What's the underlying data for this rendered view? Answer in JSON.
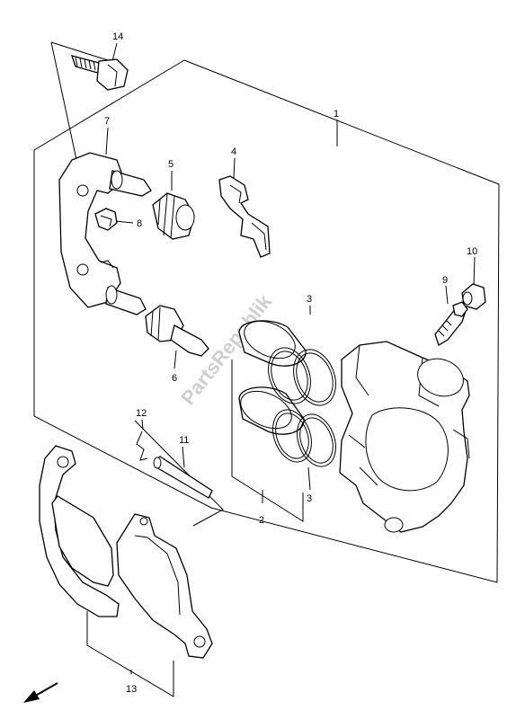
{
  "diagram": {
    "callouts": {
      "c1": "1",
      "c2": "2",
      "c3a": "3",
      "c3b": "3",
      "c4": "4",
      "c5": "5",
      "c6": "6",
      "c7": "7",
      "c8": "8",
      "c9": "9",
      "c10": "10",
      "c11": "11",
      "c12": "12",
      "c13": "13",
      "c14": "14"
    },
    "watermark": "PartsRepublik",
    "direction_arrow_icon": "front-direction-arrow-icon"
  }
}
